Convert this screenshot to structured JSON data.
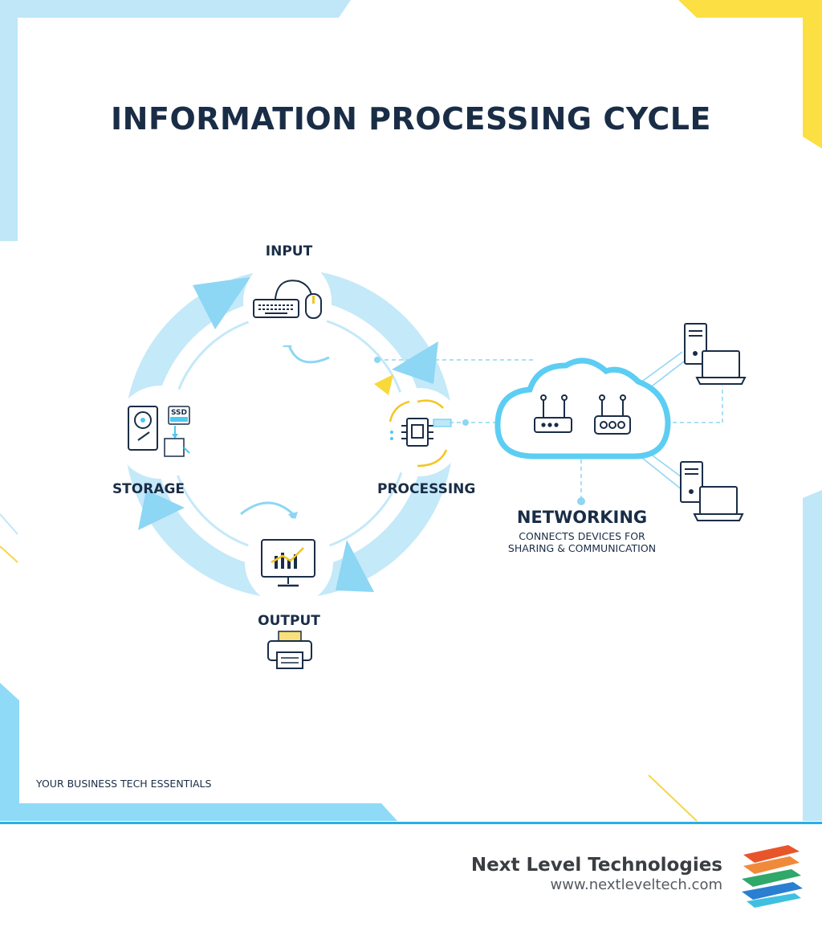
{
  "title": "INFORMATION PROCESSING CYCLE",
  "stages": {
    "input": "INPUT",
    "processing": "PROCESSING",
    "output": "OUTPUT",
    "storage": "STORAGE"
  },
  "storage_icon_text": "SSD",
  "networking": {
    "title": "NETWORKING",
    "desc_line1": "CONNECTS DEVICES FOR",
    "desc_line2": "SHARING & COMMUNICATION"
  },
  "tagline": "YOUR BUSINESS TECH ESSENTIALS",
  "footer": {
    "company": "Next Level Technologies",
    "url": "www.nextleveltech.com"
  },
  "colors": {
    "cycle_blue": "#bfe8f8",
    "accent_blue": "#4fc8f0",
    "accent_yellow": "#f8d93a",
    "dark_text": "#1a2d47"
  },
  "icons": [
    "keyboard-icon",
    "mouse-icon",
    "cpu-chip-icon",
    "monitor-chart-icon",
    "printer-icon",
    "hard-drive-icon",
    "ssd-icon",
    "cloud-icon",
    "router-icon",
    "desktop-tower-icon",
    "laptop-icon"
  ]
}
